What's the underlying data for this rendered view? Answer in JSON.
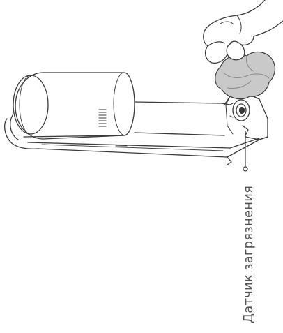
{
  "callout": {
    "label": "Датчик загрязнения"
  },
  "colors": {
    "line": "#3a3a3a",
    "cloth": "#c9c9c9",
    "cloth_shadow": "#b2b2b2",
    "text": "#555555",
    "background": "#ffffff"
  },
  "icons": {
    "device": "handheld-vacuum-line-drawing",
    "hand": "hand-holding-cloth",
    "sensor": "dirt-sensor-lens"
  }
}
